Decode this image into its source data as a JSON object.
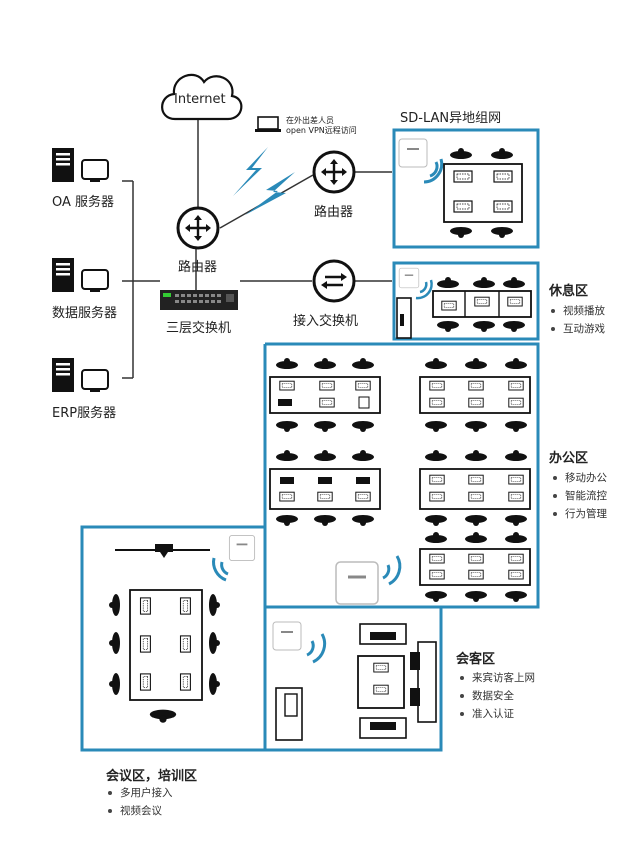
{
  "cloud_label": "Internet",
  "remote_note": [
    "在外出差人员",
    "open VPN远程访问"
  ],
  "sdlan_title": "SD-LAN异地组网",
  "router_left_label": "路由器",
  "router_right_label": "路由器",
  "core_switch_label": "三层交换机",
  "access_switch_label": "接入交换机",
  "servers": [
    "OA 服务器",
    "数据服务器",
    "ERP服务器"
  ],
  "zones": {
    "rest": {
      "title": "休息区",
      "items": [
        "视频播放",
        "互动游戏"
      ]
    },
    "office": {
      "title": "办公区",
      "items": [
        "移动办公",
        "智能流控",
        "行为管理"
      ]
    },
    "reception": {
      "title": "会客区",
      "items": [
        "来宾访客上网",
        "数据安全",
        "准入认证"
      ]
    },
    "meeting": {
      "title": "会议区，培训区",
      "items": [
        "多用户接入",
        "视频会议"
      ]
    }
  },
  "colors": {
    "zone_border": "#2a8ab8",
    "wifi": "#2a8ab8",
    "ink": "#111111"
  }
}
